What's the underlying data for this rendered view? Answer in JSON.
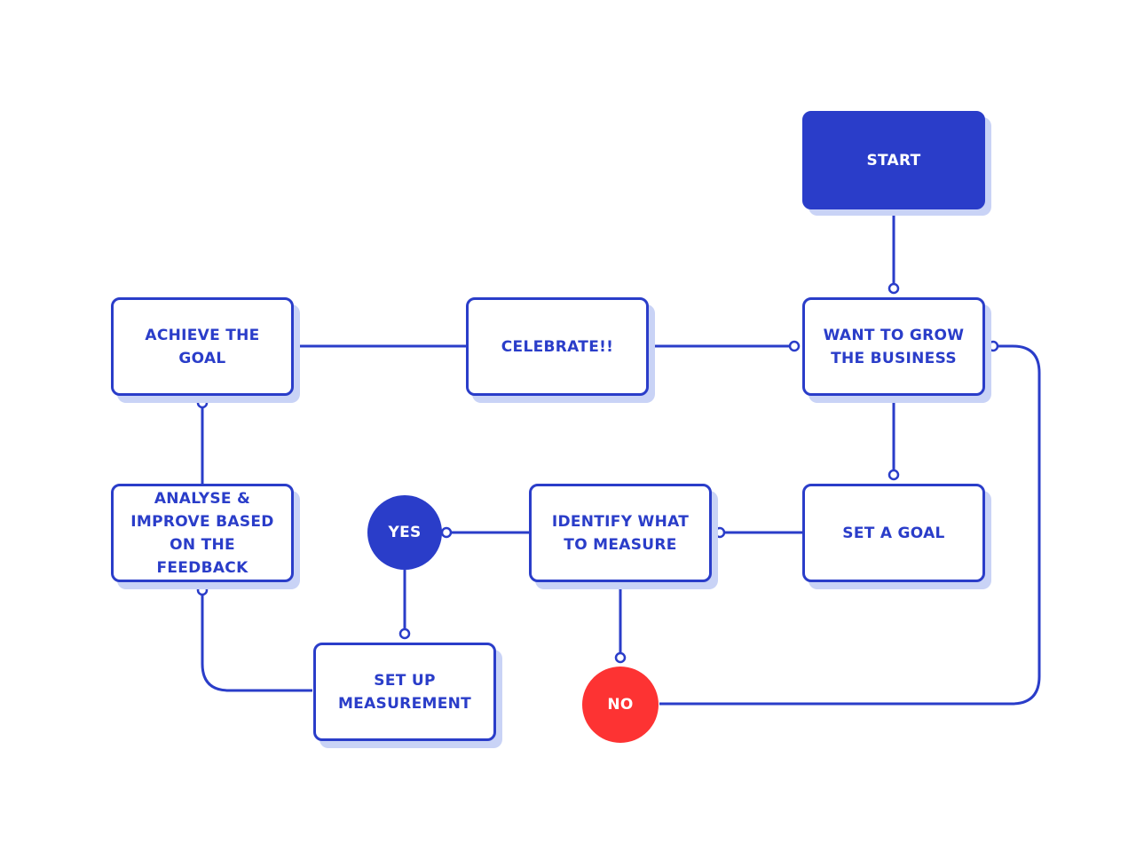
{
  "colors": {
    "primary": "#2a3dc9",
    "shadow": "#c9d3f6",
    "no_color": "#fd3333",
    "background": "#ffffff"
  },
  "nodes": {
    "start": "START",
    "grow": "WANT TO GROW THE BUSINESS",
    "celebrate": "CELEBRATE!!",
    "achieve": "ACHIEVE THE GOAL",
    "analyse": "ANALYSE & IMPROVE BASED ON THE FEEDBACK",
    "identify": "IDENTIFY WHAT TO MEASURE",
    "set_goal": "SET A GOAL",
    "measurement": "SET UP MEASUREMENT",
    "yes": "YES",
    "no": "NO"
  }
}
